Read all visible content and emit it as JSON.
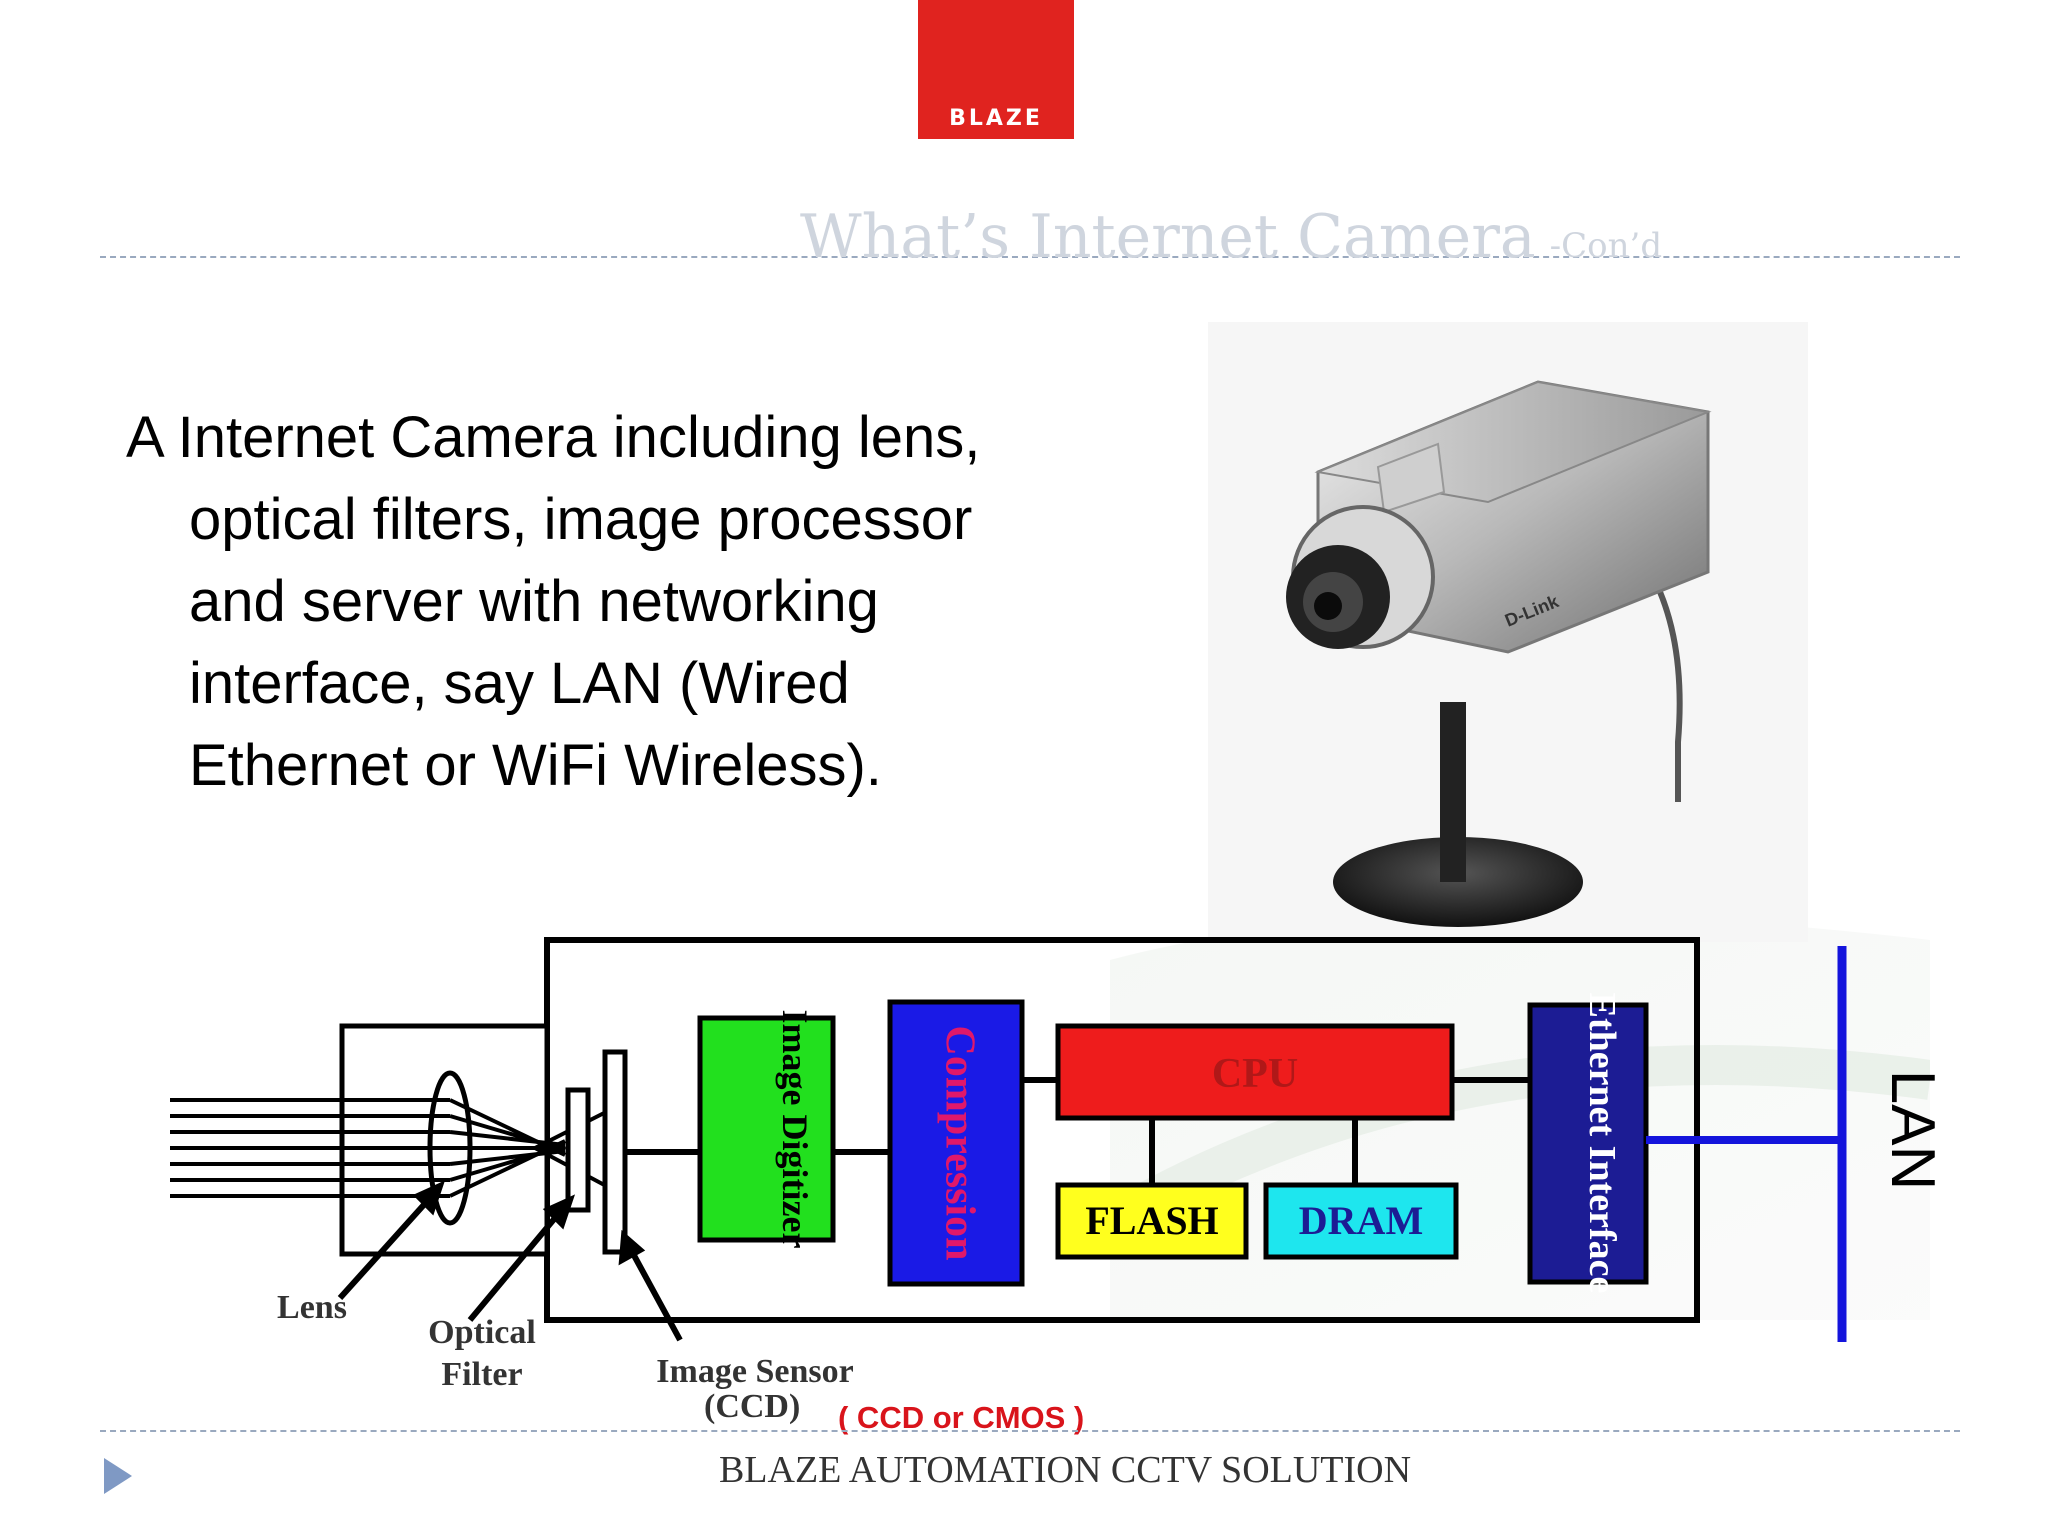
{
  "header": {
    "logo_text": "BLAZE",
    "title": "What’s Internet Camera",
    "title_suffix": "-Con’d"
  },
  "body": {
    "text": "A Internet Camera including lens, optical filters, image processor and server with networking interface, say LAN (Wired Ethernet or WiFi Wireless)."
  },
  "diagram": {
    "blocks": {
      "image_digitizer": "Image Digitizer",
      "compression": "Compression",
      "cpu": "CPU",
      "flash": "FLASH",
      "dram": "DRAM",
      "ethernet_interface": "Ethernet Interface",
      "lan": "LAN"
    },
    "labels": {
      "lens": "Lens",
      "optical": "Optical",
      "filter": "Filter",
      "image_sensor": "Image Sensor",
      "ccd": "(CCD)"
    },
    "note": "( CCD or CMOS )",
    "colors": {
      "image_digitizer": "#22e01e",
      "compression": "#1a1ae6",
      "cpu": "#ee1c1c",
      "flash": "#ffff1e",
      "dram": "#1ee6ee",
      "ethernet_interface": "#1c1c94",
      "lan_bus": "#1414dc",
      "compression_text": "#e0186a",
      "cpu_text": "#b01818",
      "interface_text": "#ffffff"
    }
  },
  "footer": {
    "text": "BLAZE AUTOMATION CCTV SOLUTION",
    "accent": "#7f99c4"
  }
}
